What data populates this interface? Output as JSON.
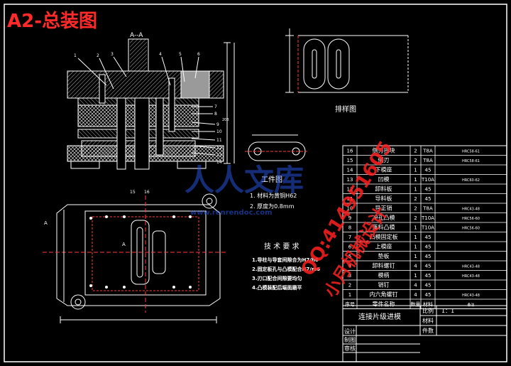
{
  "sheet_title": "A2-总装图",
  "section_label": "A--A",
  "strip_layout_label": "排样图",
  "workpiece_label": "工件图",
  "workpiece_notes": [
    "1. 材料为黄铜H62",
    "2. 厚度为0.8mm"
  ],
  "tech_title": "技 术 要 求",
  "tech_items": [
    "1.导柱与导套间隙合为H7/h6",
    "2.固定板孔与凸模配合H7/m6",
    "3.刃口配合间隙要均匀",
    "4.凸模装配后端面磨平"
  ],
  "callouts_section": [
    "1",
    "2",
    "3",
    "4",
    "5",
    "6",
    "7",
    "8",
    "9",
    "10",
    "11",
    "12",
    "13",
    "14"
  ],
  "callouts_plan": [
    "15",
    "16"
  ],
  "plan_marker": "A",
  "watermark": {
    "brand": "人人文库",
    "site": "www.renrendoc.com",
    "contact_line1": "QQ:414951605",
    "contact_line2": "小月机械设计"
  },
  "bom": {
    "rows": [
      {
        "no": "16",
        "name": "侧刃挡块",
        "qty": "2",
        "mat": "T8A",
        "note": "HRC58-61"
      },
      {
        "no": "15",
        "name": "侧刃",
        "qty": "2",
        "mat": "T8A",
        "note": "HRC58-61"
      },
      {
        "no": "14",
        "name": "下模座",
        "qty": "1",
        "mat": "45",
        "note": ""
      },
      {
        "no": "13",
        "name": "凹模",
        "qty": "1",
        "mat": "T10A",
        "note": "HRC60-62"
      },
      {
        "no": "12",
        "name": "卸料板",
        "qty": "1",
        "mat": "45",
        "note": ""
      },
      {
        "no": "11",
        "name": "导料板",
        "qty": "2",
        "mat": "45",
        "note": ""
      },
      {
        "no": "10",
        "name": "导正销",
        "qty": "2",
        "mat": "T8A",
        "note": "HRC43-48"
      },
      {
        "no": "9",
        "name": "冲孔凸模",
        "qty": "2",
        "mat": "T10A",
        "note": "HRC56-60"
      },
      {
        "no": "8",
        "name": "落料凸模",
        "qty": "1",
        "mat": "T10A",
        "note": "HRC56-60"
      },
      {
        "no": "7",
        "name": "凸模固定板",
        "qty": "1",
        "mat": "45",
        "note": ""
      },
      {
        "no": "6",
        "name": "上模座",
        "qty": "1",
        "mat": "45",
        "note": ""
      },
      {
        "no": "5",
        "name": "垫板",
        "qty": "1",
        "mat": "45",
        "note": ""
      },
      {
        "no": "4",
        "name": "卸料螺钉",
        "qty": "4",
        "mat": "45",
        "note": "HRC43-48"
      },
      {
        "no": "3",
        "name": "模柄",
        "qty": "1",
        "mat": "45",
        "note": "HRC43-48"
      },
      {
        "no": "2",
        "name": "销钉",
        "qty": "4",
        "mat": "45",
        "note": ""
      },
      {
        "no": "1",
        "name": "内六角螺钉",
        "qty": "4",
        "mat": "45",
        "note": "HRC43-48"
      }
    ],
    "header": {
      "no": "序号",
      "name": "零件名称",
      "qty": "数量",
      "mat": "材料",
      "note": "备注"
    }
  },
  "title_block": {
    "drawing_name": "连接片级进模",
    "scale_label": "比例",
    "scale_value": "1：1",
    "material_label": "材料",
    "count_label": "件数",
    "design_label": "设计",
    "draw_label": "制图",
    "check_label": "审核"
  },
  "colors": {
    "line": "#ffffff",
    "dash": "#ff3b3b",
    "hatch": "#ffffff",
    "fill_block": "#9a9a9a"
  }
}
